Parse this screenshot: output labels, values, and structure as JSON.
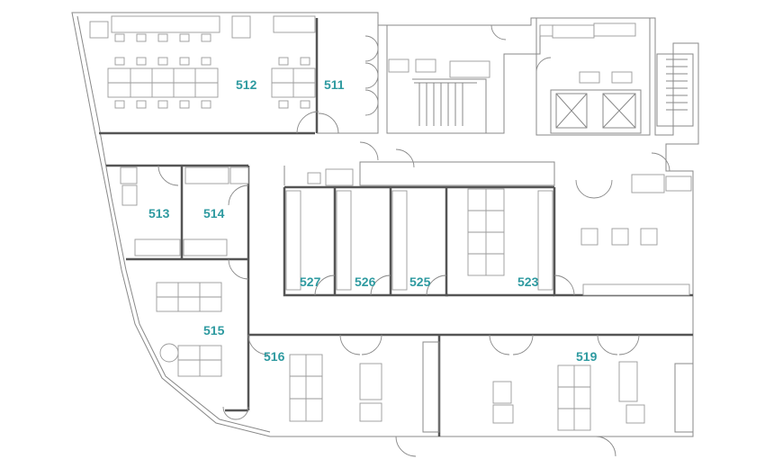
{
  "rooms": {
    "r511": "511",
    "r512": "512",
    "r513": "513",
    "r514": "514",
    "r515": "515",
    "r516": "516",
    "r519": "519",
    "r523": "523",
    "r525": "525",
    "r526": "526",
    "r527": "527"
  },
  "colors": {
    "label": "#2e9aa0",
    "wall": "#555555",
    "furniture": "#9a9a9a"
  }
}
